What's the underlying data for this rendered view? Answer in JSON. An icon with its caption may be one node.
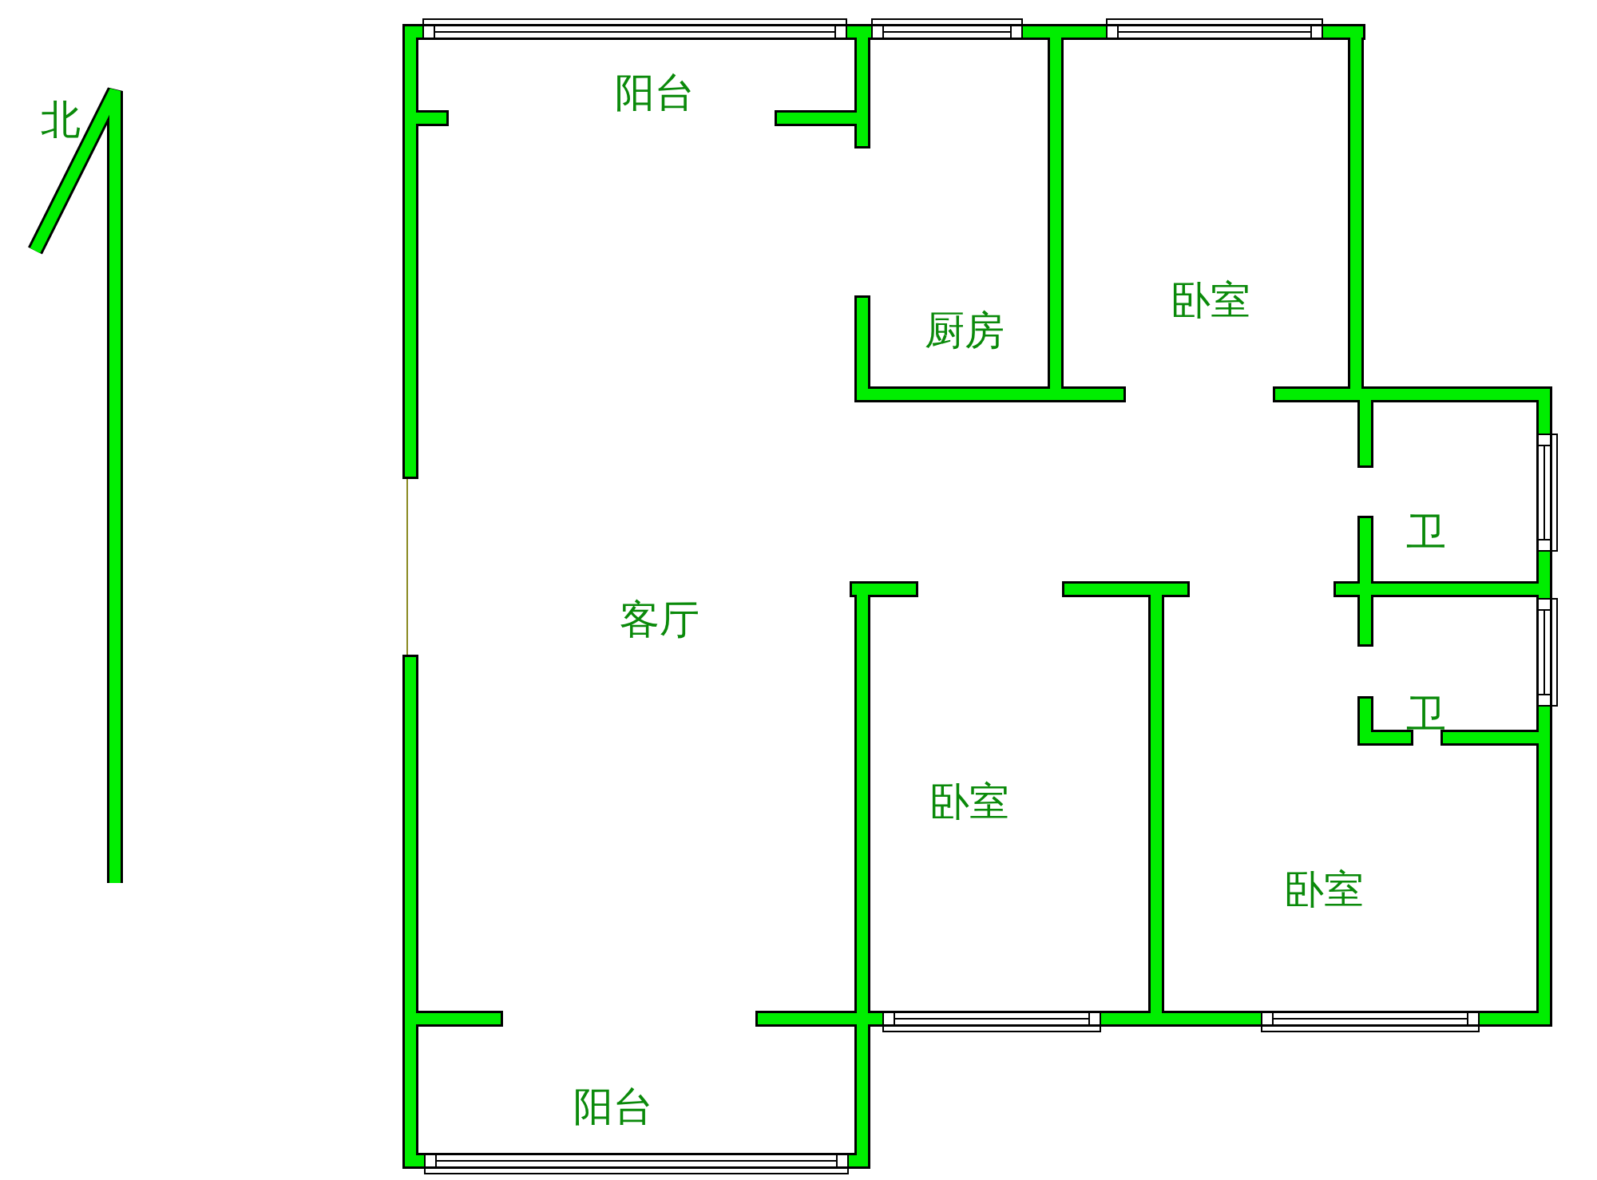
{
  "diagram": {
    "labels": [
      "阳台",
      "北",
      "卧室",
      "厨房",
      "卫",
      "客厅",
      "卫",
      "卧室",
      "卧室",
      "阳台"
    ]
  }
}
